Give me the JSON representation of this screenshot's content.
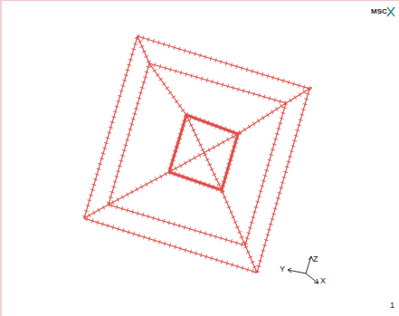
{
  "diagram": {
    "labels": [
      "MSC",
      "Z",
      "Y",
      "X",
      "1"
    ]
  }
}
